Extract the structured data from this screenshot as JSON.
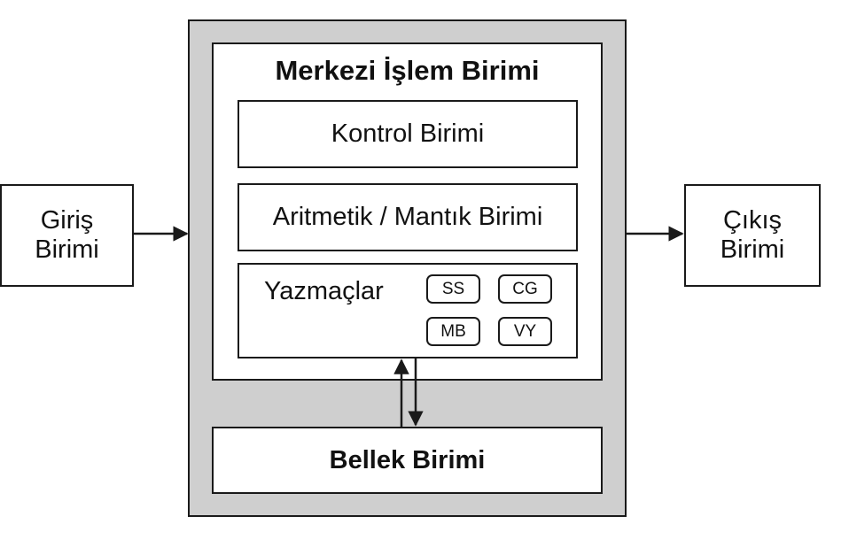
{
  "input_unit": {
    "line1": "Giriş",
    "line2": "Birimi"
  },
  "output_unit": {
    "line1": "Çıkış",
    "line2": "Birimi"
  },
  "cpu": {
    "title": "Merkezi İşlem Birimi",
    "control_unit": "Kontrol Birimi",
    "alu": "Aritmetik / Mantık Birimi",
    "registers": {
      "title": "Yazmaçlar",
      "items": [
        "SS",
        "CG",
        "MB",
        "VY"
      ]
    }
  },
  "memory_unit": "Bellek Birimi",
  "colors": {
    "frame": "#cfcfcf",
    "line": "#1a1a1a",
    "box": "#ffffff"
  }
}
